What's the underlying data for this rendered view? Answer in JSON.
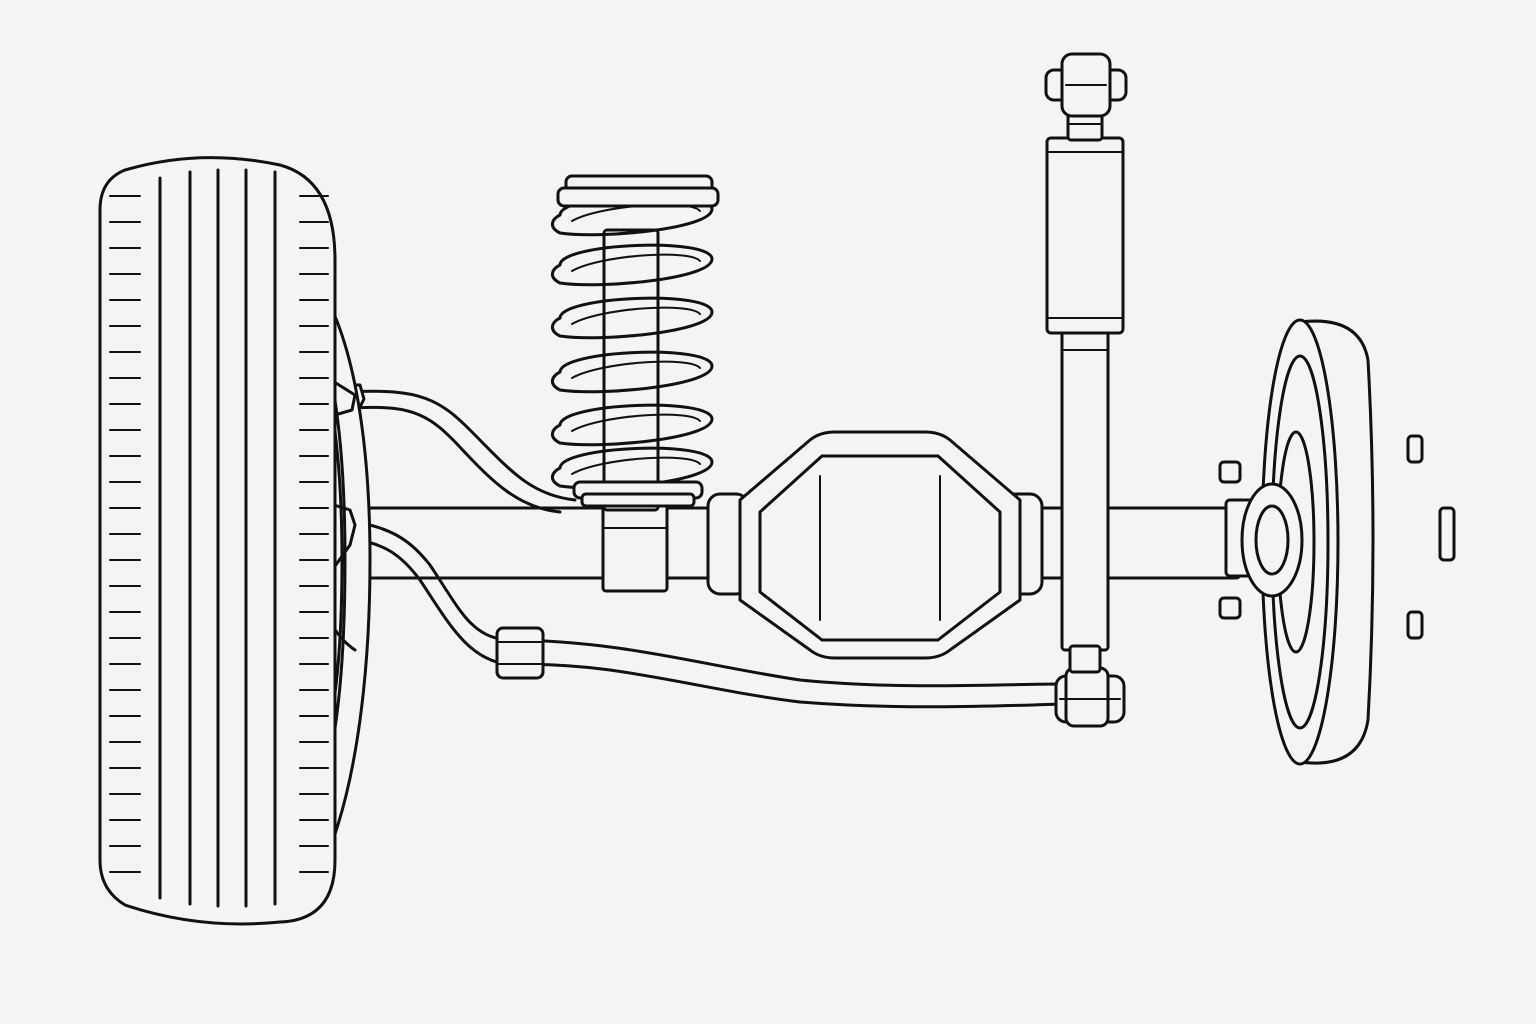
{
  "diagram": {
    "subject": "rear-axle-coil-spring-suspension",
    "colors": {
      "background": "#f4f4f4",
      "line": "#111111"
    },
    "components": [
      {
        "id": "tire",
        "icon": "tire-icon"
      },
      {
        "id": "coil-spring",
        "icon": "coil-spring-icon"
      },
      {
        "id": "shock-absorber",
        "icon": "shock-absorber-icon"
      },
      {
        "id": "differential-housing",
        "icon": "differential-icon"
      },
      {
        "id": "axle-tube",
        "icon": "axle-icon"
      },
      {
        "id": "trailing-arm",
        "icon": "control-arm-icon"
      },
      {
        "id": "brake-drum-hub",
        "icon": "brake-drum-icon"
      }
    ]
  }
}
